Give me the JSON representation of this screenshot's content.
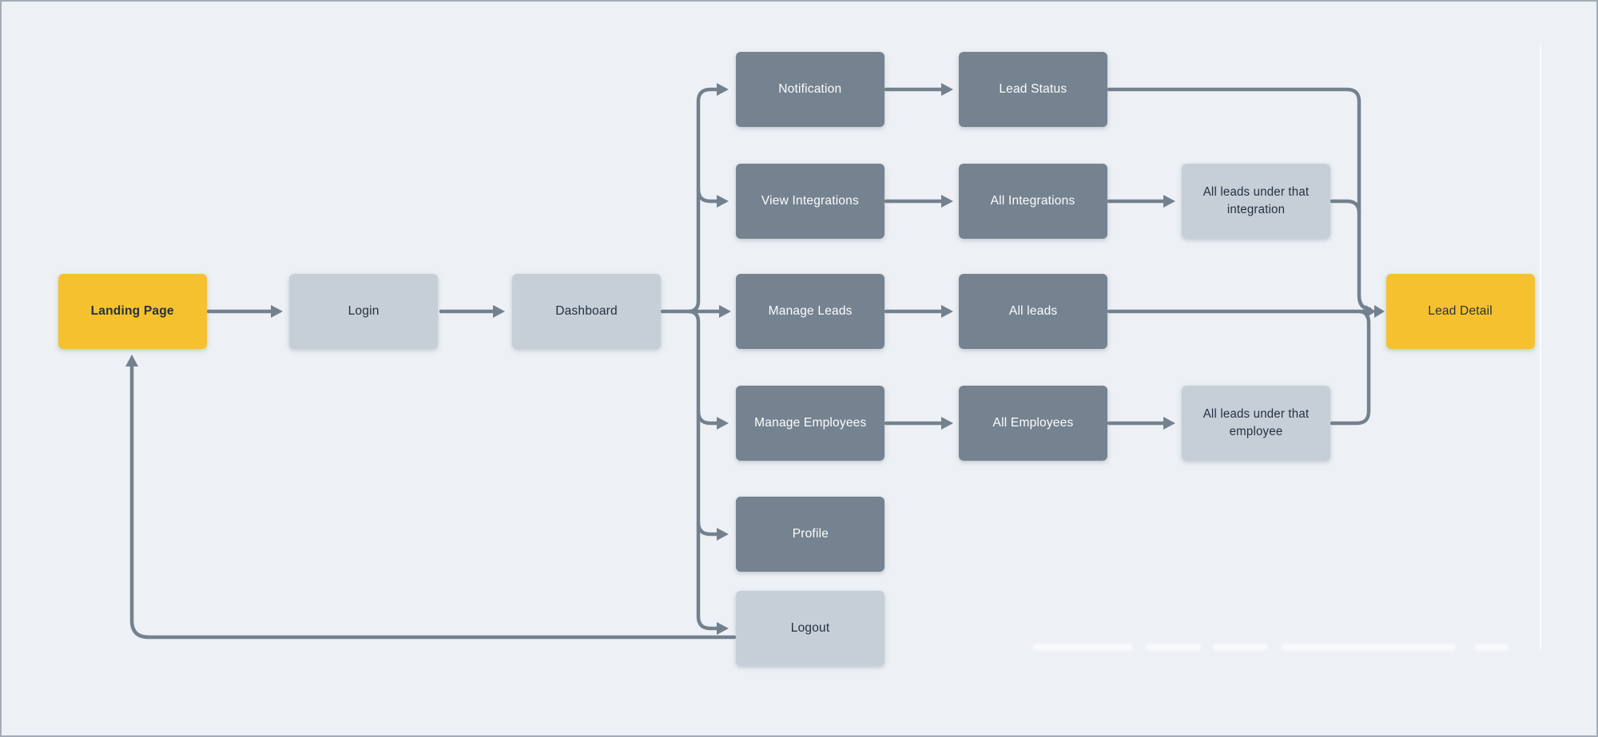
{
  "diagram": {
    "nodes": {
      "landing": {
        "label": "Landing Page",
        "type": "accent"
      },
      "login": {
        "label": "Login",
        "type": "light"
      },
      "dashboard": {
        "label": "Dashboard",
        "type": "light"
      },
      "notification": {
        "label": "Notification",
        "type": "dark"
      },
      "view_integrations": {
        "label": "View Integrations",
        "type": "dark"
      },
      "manage_leads": {
        "label": "Manage Leads",
        "type": "dark"
      },
      "manage_employees": {
        "label": "Manage Employees",
        "type": "dark"
      },
      "profile": {
        "label": "Profile",
        "type": "dark"
      },
      "logout": {
        "label": "Logout",
        "type": "light"
      },
      "lead_status": {
        "label": "Lead Status",
        "type": "dark"
      },
      "all_integrations": {
        "label": "All Integrations",
        "type": "dark"
      },
      "all_leads": {
        "label": "All leads",
        "type": "dark"
      },
      "all_employees": {
        "label": "All Employees",
        "type": "dark"
      },
      "leads_under_integration": {
        "label": "All leads under that integration",
        "type": "light"
      },
      "leads_under_employee": {
        "label": "All leads under that employee",
        "type": "light"
      },
      "lead_detail": {
        "label": "Lead Detail",
        "type": "accent"
      }
    },
    "edges": [
      {
        "from": "Landing Page",
        "to": "Login"
      },
      {
        "from": "Login",
        "to": "Dashboard"
      },
      {
        "from": "Dashboard",
        "to": "Notification"
      },
      {
        "from": "Dashboard",
        "to": "View Integrations"
      },
      {
        "from": "Dashboard",
        "to": "Manage Leads"
      },
      {
        "from": "Dashboard",
        "to": "Manage Employees"
      },
      {
        "from": "Dashboard",
        "to": "Profile"
      },
      {
        "from": "Dashboard",
        "to": "Logout"
      },
      {
        "from": "Notification",
        "to": "Lead Status"
      },
      {
        "from": "View Integrations",
        "to": "All Integrations"
      },
      {
        "from": "Manage Leads",
        "to": "All leads"
      },
      {
        "from": "Manage Employees",
        "to": "All Employees"
      },
      {
        "from": "Lead Status",
        "to": "Lead Detail"
      },
      {
        "from": "All Integrations",
        "to": "All leads under that integration"
      },
      {
        "from": "All leads under that integration",
        "to": "Lead Detail"
      },
      {
        "from": "All leads",
        "to": "Lead Detail"
      },
      {
        "from": "All Employees",
        "to": "All leads under that employee"
      },
      {
        "from": "All leads under that employee",
        "to": "Lead Detail"
      },
      {
        "from": "Logout",
        "to": "Landing Page"
      }
    ],
    "colors": {
      "background": "#edf1f5",
      "node_dark": "#75828f",
      "node_light": "#c6cfd8",
      "node_accent": "#f6c12e",
      "connector": "#73818f",
      "text_dark": "#233141",
      "text_light": "#fcfdfe",
      "frame_border": "#a4acb6"
    }
  }
}
